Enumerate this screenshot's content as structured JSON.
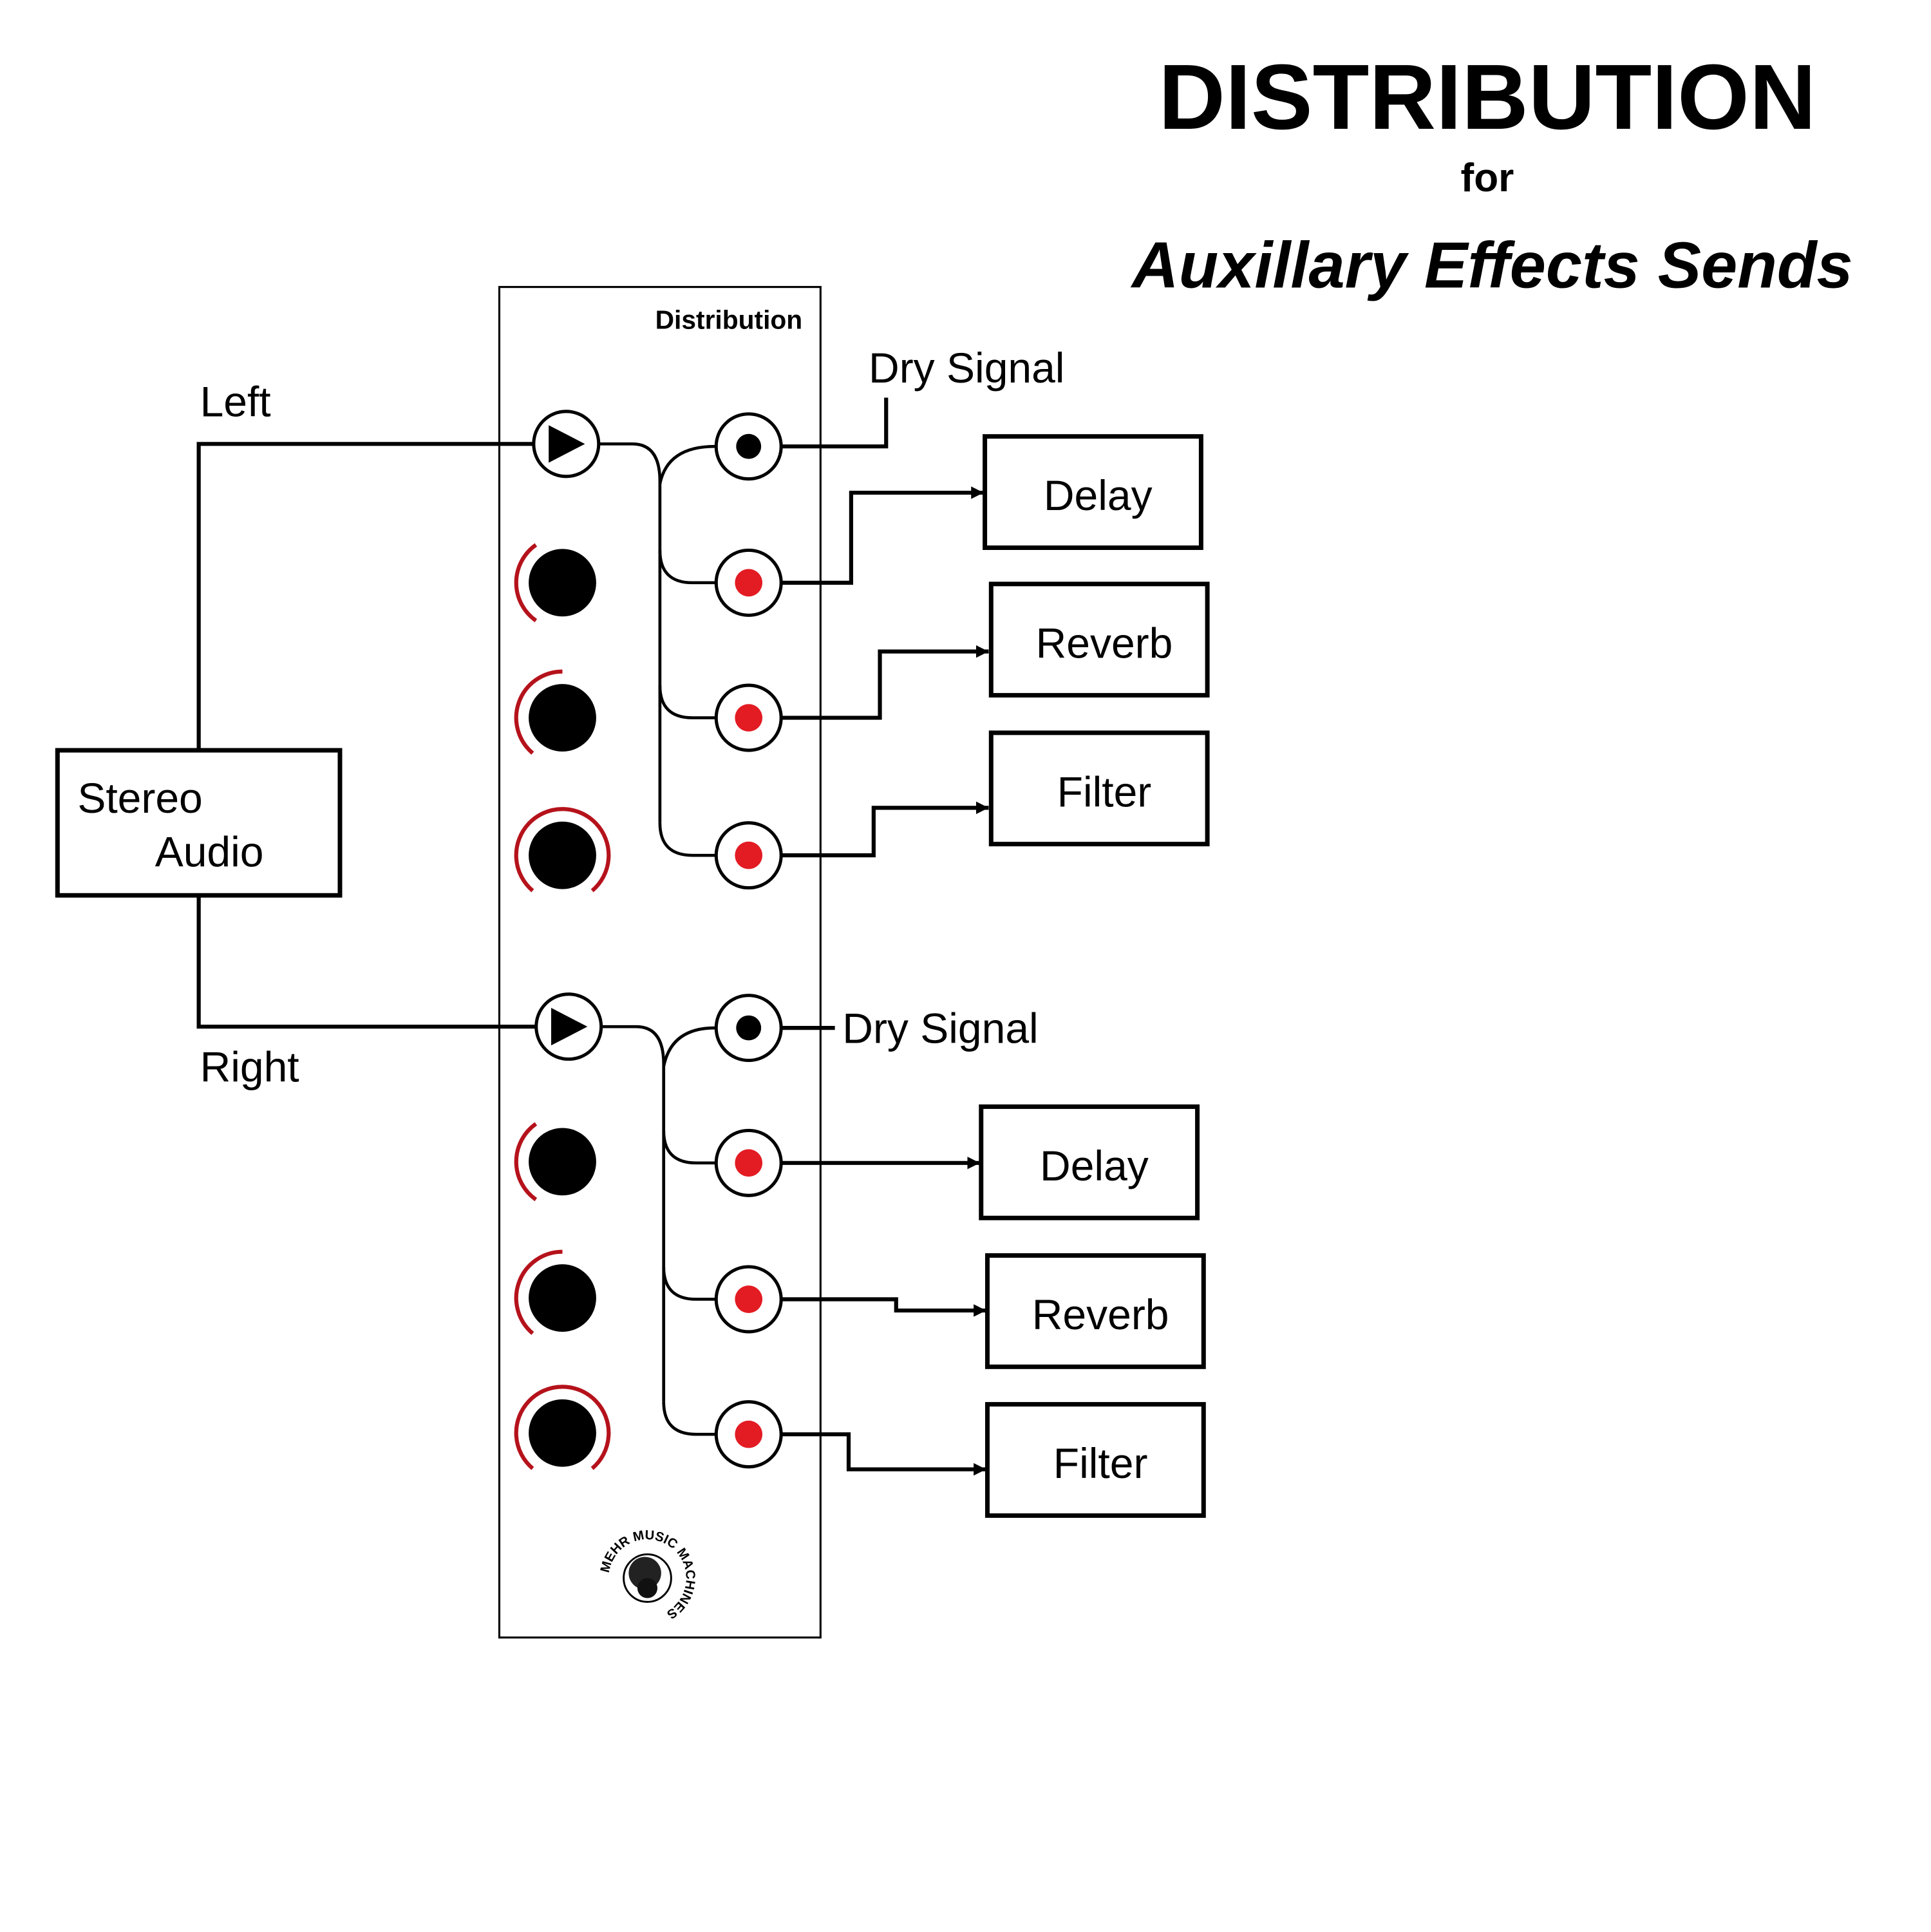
{
  "header": {
    "title": "DISTRIBUTION",
    "connector": "for",
    "subtitle": "Auxillary Effects Sends"
  },
  "colors": {
    "ink": "#000000",
    "send_jack_dot": "#e31b23",
    "knob_arc": "#b5121b",
    "background": "#ffffff"
  },
  "source": {
    "label_line1": "Stereo",
    "label_line2": "Audio",
    "left_label": "Left",
    "right_label": "Right"
  },
  "module": {
    "name": "Distribution",
    "logo_text": "MEHR MUSIC MACHINES",
    "channels": [
      {
        "name": "Left",
        "input_icon": "play-triangle-icon",
        "dry_label": "Dry Signal",
        "knob_levels": [
          "low",
          "mid",
          "high"
        ],
        "sends": [
          {
            "target": "Delay"
          },
          {
            "target": "Reverb"
          },
          {
            "target": "Filter"
          }
        ]
      },
      {
        "name": "Right",
        "input_icon": "play-triangle-icon",
        "dry_label": "Dry Signal",
        "knob_levels": [
          "low",
          "mid",
          "high"
        ],
        "sends": [
          {
            "target": "Delay"
          },
          {
            "target": "Reverb"
          },
          {
            "target": "Filter"
          }
        ]
      }
    ]
  }
}
